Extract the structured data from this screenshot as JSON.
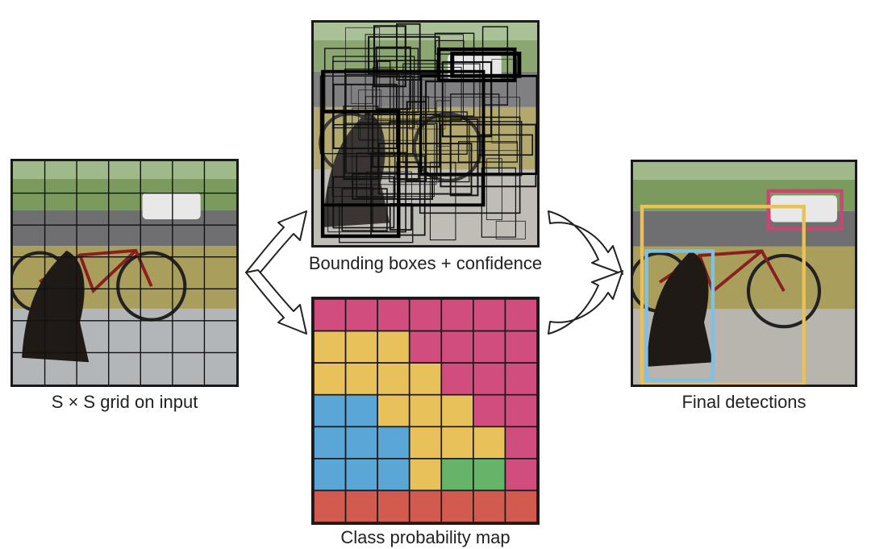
{
  "captions": {
    "input": "S × S grid on input",
    "boxes": "Bounding boxes + confidence",
    "classmap": "Class probability map",
    "final": "Final detections"
  },
  "grid_size": 7,
  "class_colors": {
    "car": "#d14d7e",
    "bicycle": "#e8c15a",
    "dog": "#5aa6d6",
    "ground": "#d35a4e",
    "other": "#66b36a"
  },
  "class_map": [
    [
      "car",
      "car",
      "car",
      "car",
      "car",
      "car",
      "car"
    ],
    [
      "bicycle",
      "bicycle",
      "bicycle",
      "car",
      "car",
      "car",
      "car"
    ],
    [
      "bicycle",
      "bicycle",
      "bicycle",
      "bicycle",
      "car",
      "car",
      "car"
    ],
    [
      "dog",
      "dog",
      "bicycle",
      "bicycle",
      "bicycle",
      "car",
      "car"
    ],
    [
      "dog",
      "dog",
      "dog",
      "bicycle",
      "bicycle",
      "bicycle",
      "car"
    ],
    [
      "dog",
      "dog",
      "dog",
      "bicycle",
      "other",
      "other",
      "car"
    ],
    [
      "ground",
      "ground",
      "ground",
      "ground",
      "ground",
      "ground",
      "ground"
    ]
  ],
  "detection_colors": {
    "dog": "#7fc0e6",
    "bicycle": "#e8c15a",
    "car": "#c8466f"
  }
}
